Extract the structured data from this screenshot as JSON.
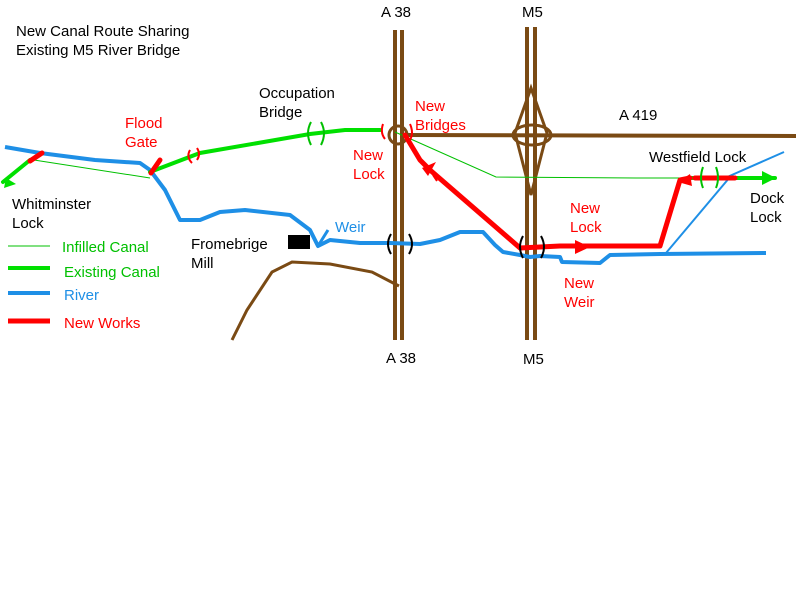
{
  "title": {
    "line1": "New Canal Route Sharing",
    "line2": "Existing M5 River Bridge"
  },
  "colors": {
    "road": "#7a4a14",
    "infilled_canal": "#00c000",
    "existing_canal": "#00e000",
    "river": "#1e8fe6",
    "new_works": "#ff0000",
    "text": "#000000"
  },
  "legend": {
    "infilled_canal": "Infilled Canal",
    "existing_canal": "Existing Canal",
    "river": "River",
    "new_works": "New Works"
  },
  "roads": {
    "a38_top": "A 38",
    "a38_bottom": "A 38",
    "m5_top": "M5",
    "m5_bottom": "M5",
    "a419": "A 419"
  },
  "places": {
    "whitminster_1": "Whitminster",
    "whitminster_2": "Lock",
    "flood_1": "Flood",
    "flood_2": "Gate",
    "occupation_1": "Occupation",
    "occupation_2": "Bridge",
    "new_bridges_1": "New",
    "new_bridges_2": "Bridges",
    "new_lock_a_1": "New",
    "new_lock_a_2": "Lock",
    "weir": "Weir",
    "fromebridge_1": "Fromebrige",
    "fromebridge_2": "Mill",
    "new_lock_b_1": "New",
    "new_lock_b_2": "Lock",
    "new_weir_1": "New",
    "new_weir_2": "Weir",
    "westfield": "Westfield Lock",
    "dock_1": "Dock",
    "dock_2": "Lock"
  }
}
